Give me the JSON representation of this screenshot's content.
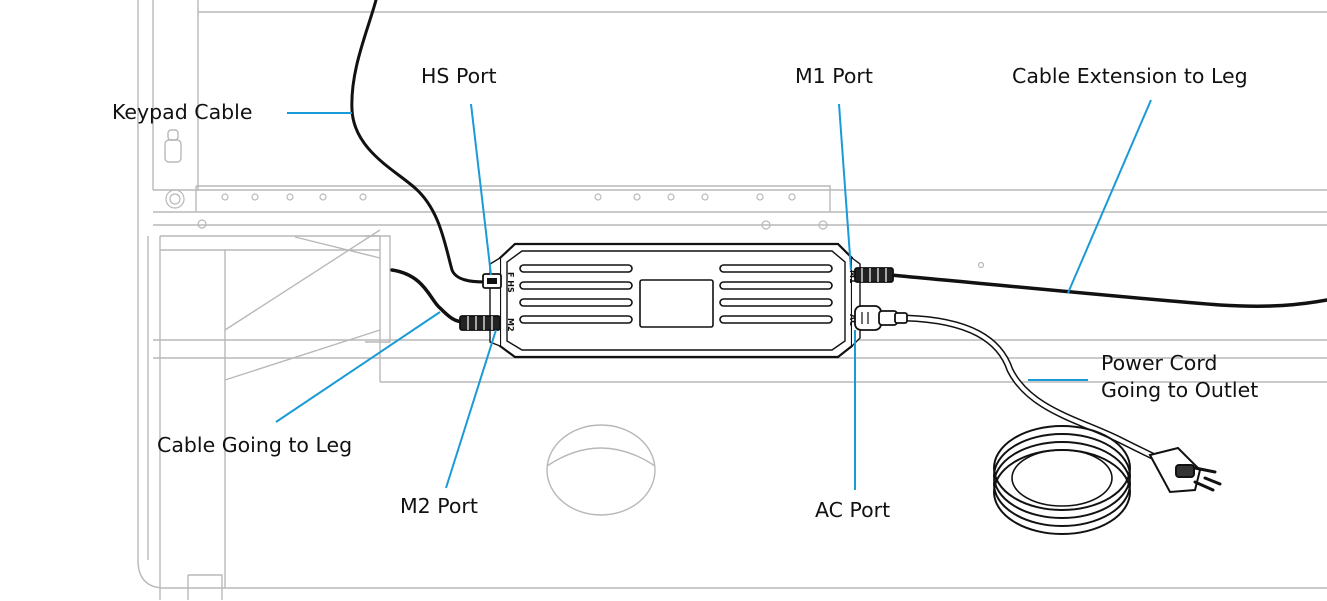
{
  "labels": {
    "keypad_cable": "Keypad Cable",
    "hs_port": "HS Port",
    "m1_port": "M1 Port",
    "cable_extension": "Cable Extension to Leg",
    "power_cord_line1": "Power Cord",
    "power_cord_line2": "Going to Outlet",
    "cable_to_leg": "Cable Going to Leg",
    "m2_port": "M2 Port",
    "ac_port": "AC Port"
  },
  "port_markings": {
    "hs": "F HS",
    "m2": "M2",
    "m1": "M1",
    "ac": "AC"
  },
  "colors": {
    "callout": "#1a9ad6",
    "drawing": "#b8b8b8",
    "cable": "#111111",
    "text": "#111111"
  }
}
